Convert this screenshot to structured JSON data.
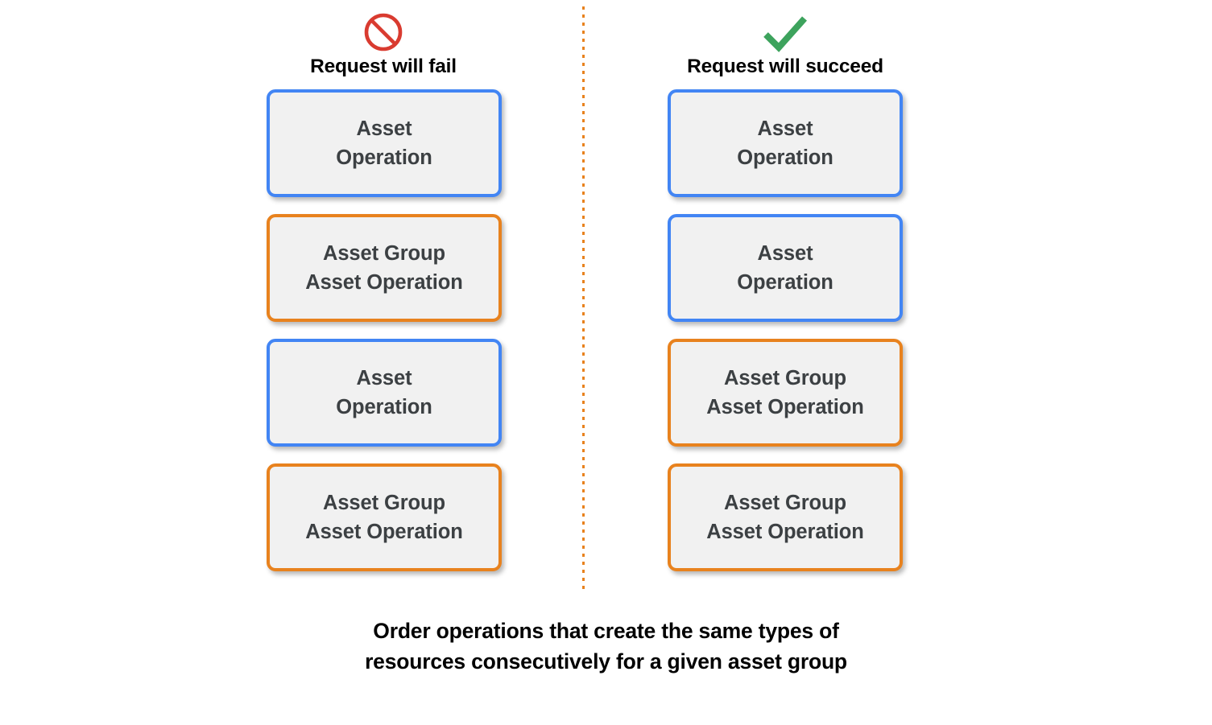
{
  "diagram": {
    "background_color": "#ffffff",
    "divider": {
      "name": "vertical-dotted-divider",
      "color": "#E8821E",
      "style": "dotted"
    },
    "colors": {
      "asset_border": "#4285F4",
      "asset_group_border": "#E8821E",
      "box_fill": "#F1F1F1",
      "box_text": "#3C4043",
      "fail_icon": "#D93B30",
      "success_icon": "#3DA35D",
      "caption_text": "#000000"
    },
    "columns": [
      {
        "id": "fail",
        "icon": "prohibition-icon",
        "icon_color": "#D93B30",
        "header": "Request will fail",
        "boxes": [
          {
            "kind": "asset",
            "lines": [
              "Asset",
              "Operation"
            ]
          },
          {
            "kind": "asset-group",
            "lines": [
              "Asset Group",
              "Asset Operation"
            ]
          },
          {
            "kind": "asset",
            "lines": [
              "Asset",
              "Operation"
            ]
          },
          {
            "kind": "asset-group",
            "lines": [
              "Asset Group",
              "Asset Operation"
            ]
          }
        ]
      },
      {
        "id": "succeed",
        "icon": "checkmark-icon",
        "icon_color": "#3DA35D",
        "header": "Request will succeed",
        "boxes": [
          {
            "kind": "asset",
            "lines": [
              "Asset",
              "Operation"
            ]
          },
          {
            "kind": "asset",
            "lines": [
              "Asset",
              "Operation"
            ]
          },
          {
            "kind": "asset-group",
            "lines": [
              "Asset Group",
              "Asset Operation"
            ]
          },
          {
            "kind": "asset-group",
            "lines": [
              "Asset Group",
              "Asset Operation"
            ]
          }
        ]
      }
    ],
    "caption": {
      "line1": "Order operations that create the same types of",
      "line2": "resources consecutively for a given asset group"
    }
  }
}
